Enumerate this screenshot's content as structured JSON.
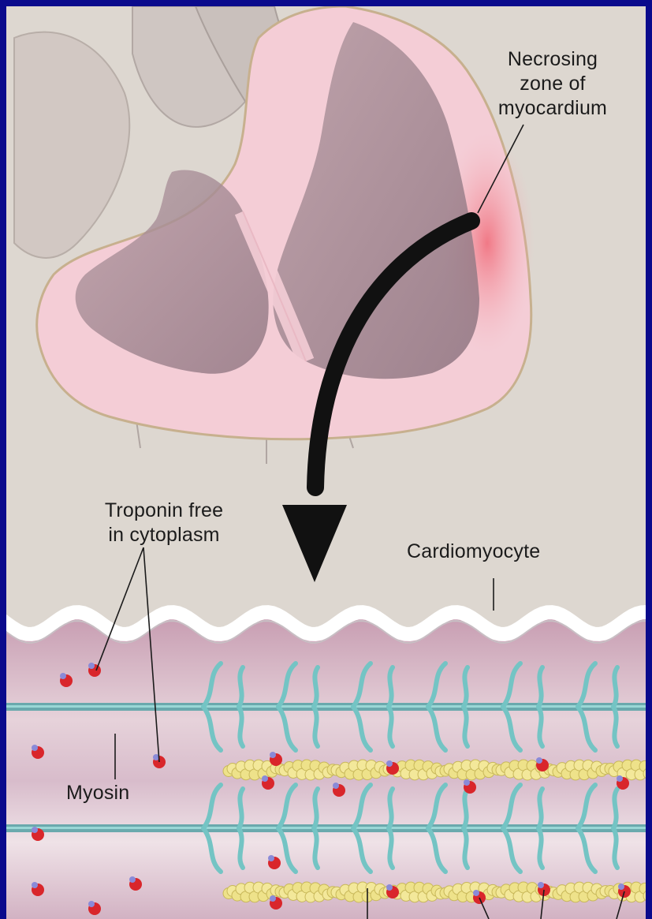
{
  "labels": {
    "necrosing": [
      "Necrosing",
      "zone of",
      "myocardium"
    ],
    "troponin": [
      "Troponin free",
      "in cytoplasm"
    ],
    "cardiomyocyte": "Cardiomyocyte",
    "myosin": "Myosin"
  },
  "colors": {
    "frame": "#0a0a8c",
    "background": "#ddd7d0",
    "myocardium": "#f4cdd6",
    "necrosis": "#f06a78",
    "cytoplasm": "#d9b9c6",
    "myosin_filament": "#74c4c4",
    "actin_beads": "#eee28a",
    "troponin": "#d9262b"
  },
  "icons": [
    "curved-arrow-icon"
  ]
}
